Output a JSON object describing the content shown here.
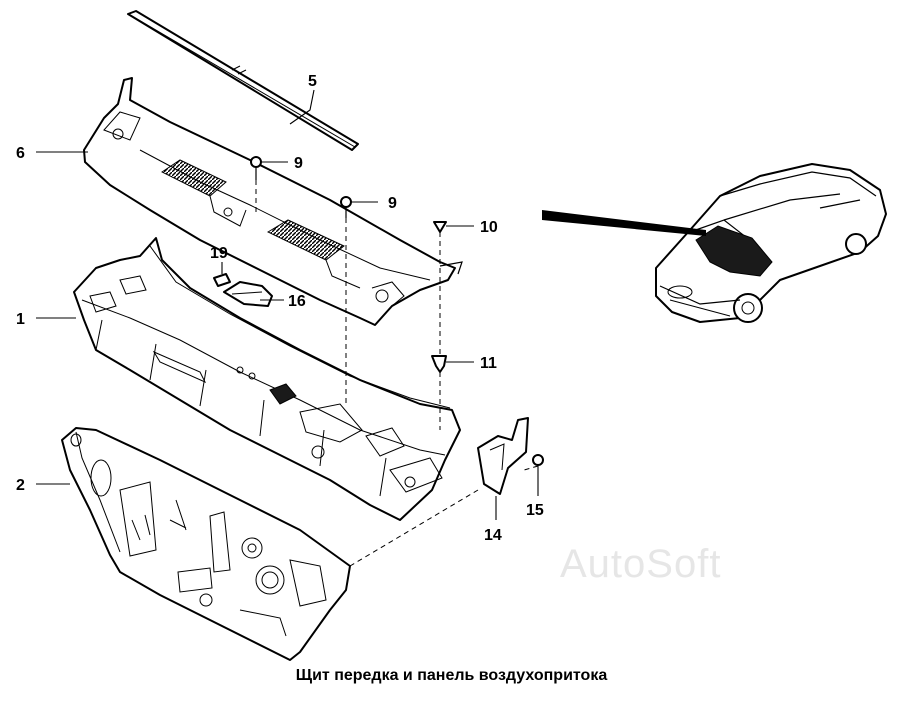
{
  "caption": "Щит передка и панель воздухопритока",
  "watermark": "AutoSoft",
  "callouts": {
    "c1": "1",
    "c2": "2",
    "c5": "5",
    "c6": "6",
    "c9a": "9",
    "c9b": "9",
    "c10": "10",
    "c11": "11",
    "c14": "14",
    "c15": "15",
    "c16": "16",
    "c19": "19"
  }
}
